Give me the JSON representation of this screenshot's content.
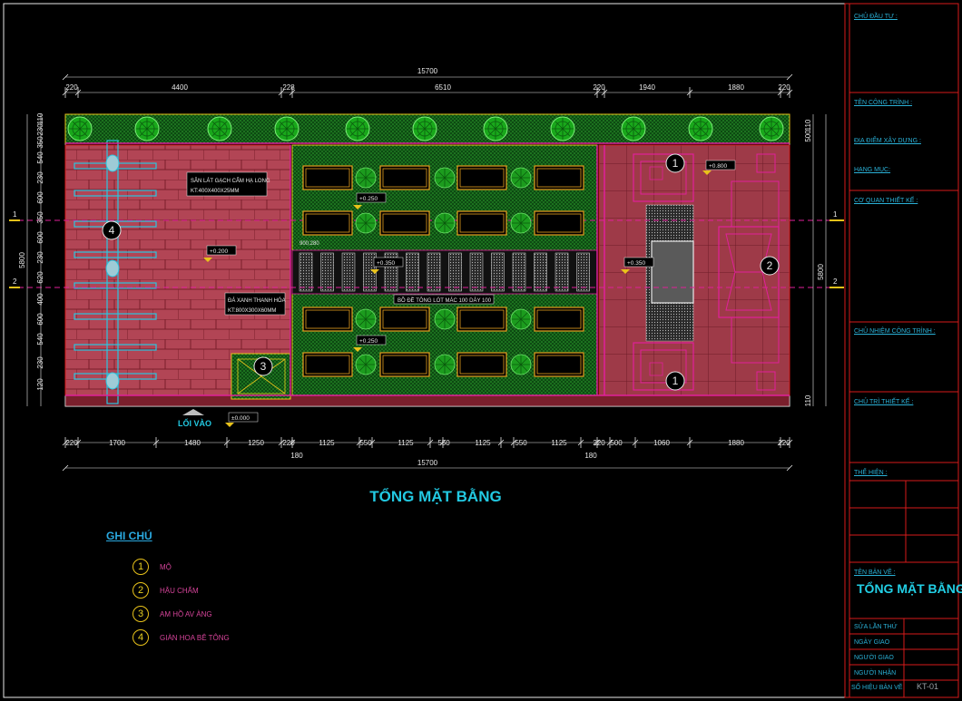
{
  "drawing": {
    "title": "TỔNG MẶT BẰNG",
    "entrance_label": "LỐI VÀO",
    "total_width_top": "15700",
    "total_width_bottom": "15700",
    "top_dims": [
      "220",
      "4400",
      "228",
      "6510",
      "220",
      "1940",
      "1880",
      "220"
    ],
    "bottom_dims": [
      "220",
      "1700",
      "1480",
      "1250",
      "220",
      "1125",
      "550",
      "1125",
      "550",
      "1125",
      "550",
      "1125",
      "220",
      "500",
      "1060",
      "1880",
      "220"
    ],
    "bottom_small_dims": [
      "180",
      "180"
    ],
    "left_total": "5800",
    "right_total": "5800",
    "right_top_dims": [
      "110",
      "500"
    ],
    "right_bottom_dim": "110",
    "left_dims": [
      "110",
      "230",
      "350",
      "540",
      "230",
      "600",
      "350",
      "600",
      "230",
      "620",
      "400",
      "600",
      "540",
      "230",
      "120"
    ],
    "axes": [
      "1",
      "2"
    ],
    "notes": {
      "paving_1": "SÂN LÁT GẠCH CẨM HẠ LONG",
      "paving_1_size": "KT:400X400X25MM",
      "stone": "ĐÁ XANH THANH HÓA",
      "stone_size": "KT:800X300X60MM",
      "plant_bed": "BỒ ĐỀ TÔNG LÓT MÁC 100 DÀY 100",
      "path_size": "900;280"
    },
    "levels": [
      "+0.200",
      "+0.250",
      "+0.350",
      "+0.250",
      "+0.350",
      "+0.800",
      "±0.000"
    ],
    "callouts": [
      "1",
      "1",
      "2",
      "3",
      "4"
    ]
  },
  "legend": {
    "title": "GHI CHÚ",
    "items": [
      {
        "num": "1",
        "label": "MỘ"
      },
      {
        "num": "2",
        "label": "HẬU CHẨM"
      },
      {
        "num": "3",
        "label": "AM HỒ AV ÀNG"
      },
      {
        "num": "4",
        "label": "GIÀN HOA BÊ TÔNG"
      }
    ]
  },
  "title_block": {
    "owner_label": "CHỦ ĐẦU TƯ :",
    "project_label": "TÊN CÔNG TRÌNH :",
    "location_label": "ĐỊA ĐIỂM XÂY DỰNG :",
    "item_label": "HẠNG MỤC:",
    "agency_label": "CƠ QUAN THIẾT KẾ :",
    "lead_label": "CHỦ NHIỆM CÔNG TRÌNH :",
    "chief_label": "CHỦ TRÌ THIẾT KẾ :",
    "drawn_label": "THỂ HIỆN :",
    "sheet_name_label": "TÊN BẢN VẼ :",
    "sheet_name": "TỔNG MẶT BẰNG",
    "revision_label": "SỬA LẦN THỨ",
    "delivery_label": "NGÀY GIAO",
    "giver_label": "NGƯỜI GIAO",
    "receiver_label": "NGƯỜI NHẬN",
    "sheet_no_label": "SỐ HIỆU BẢN VẼ",
    "sheet_no": "KT-01"
  },
  "colors": {
    "background": "#000000",
    "outline": "#d61a1a",
    "magenta": "#e0209a",
    "tree": "#22c51f",
    "grass": "#1d8d1f",
    "pink_area": "#a94050",
    "cyan": "#2bc6e0",
    "yellow": "#e8c21a"
  }
}
